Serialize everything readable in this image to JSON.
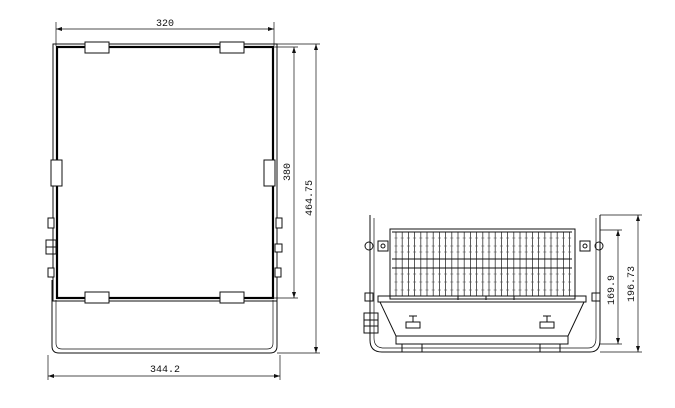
{
  "front_view": {
    "dim_top": "320",
    "dim_inner_right": "380",
    "dim_outer_right": "464.75",
    "dim_bottom": "344.2"
  },
  "side_view": {
    "dim_inner_right": "169.9",
    "dim_outer_right": "196.73"
  }
}
